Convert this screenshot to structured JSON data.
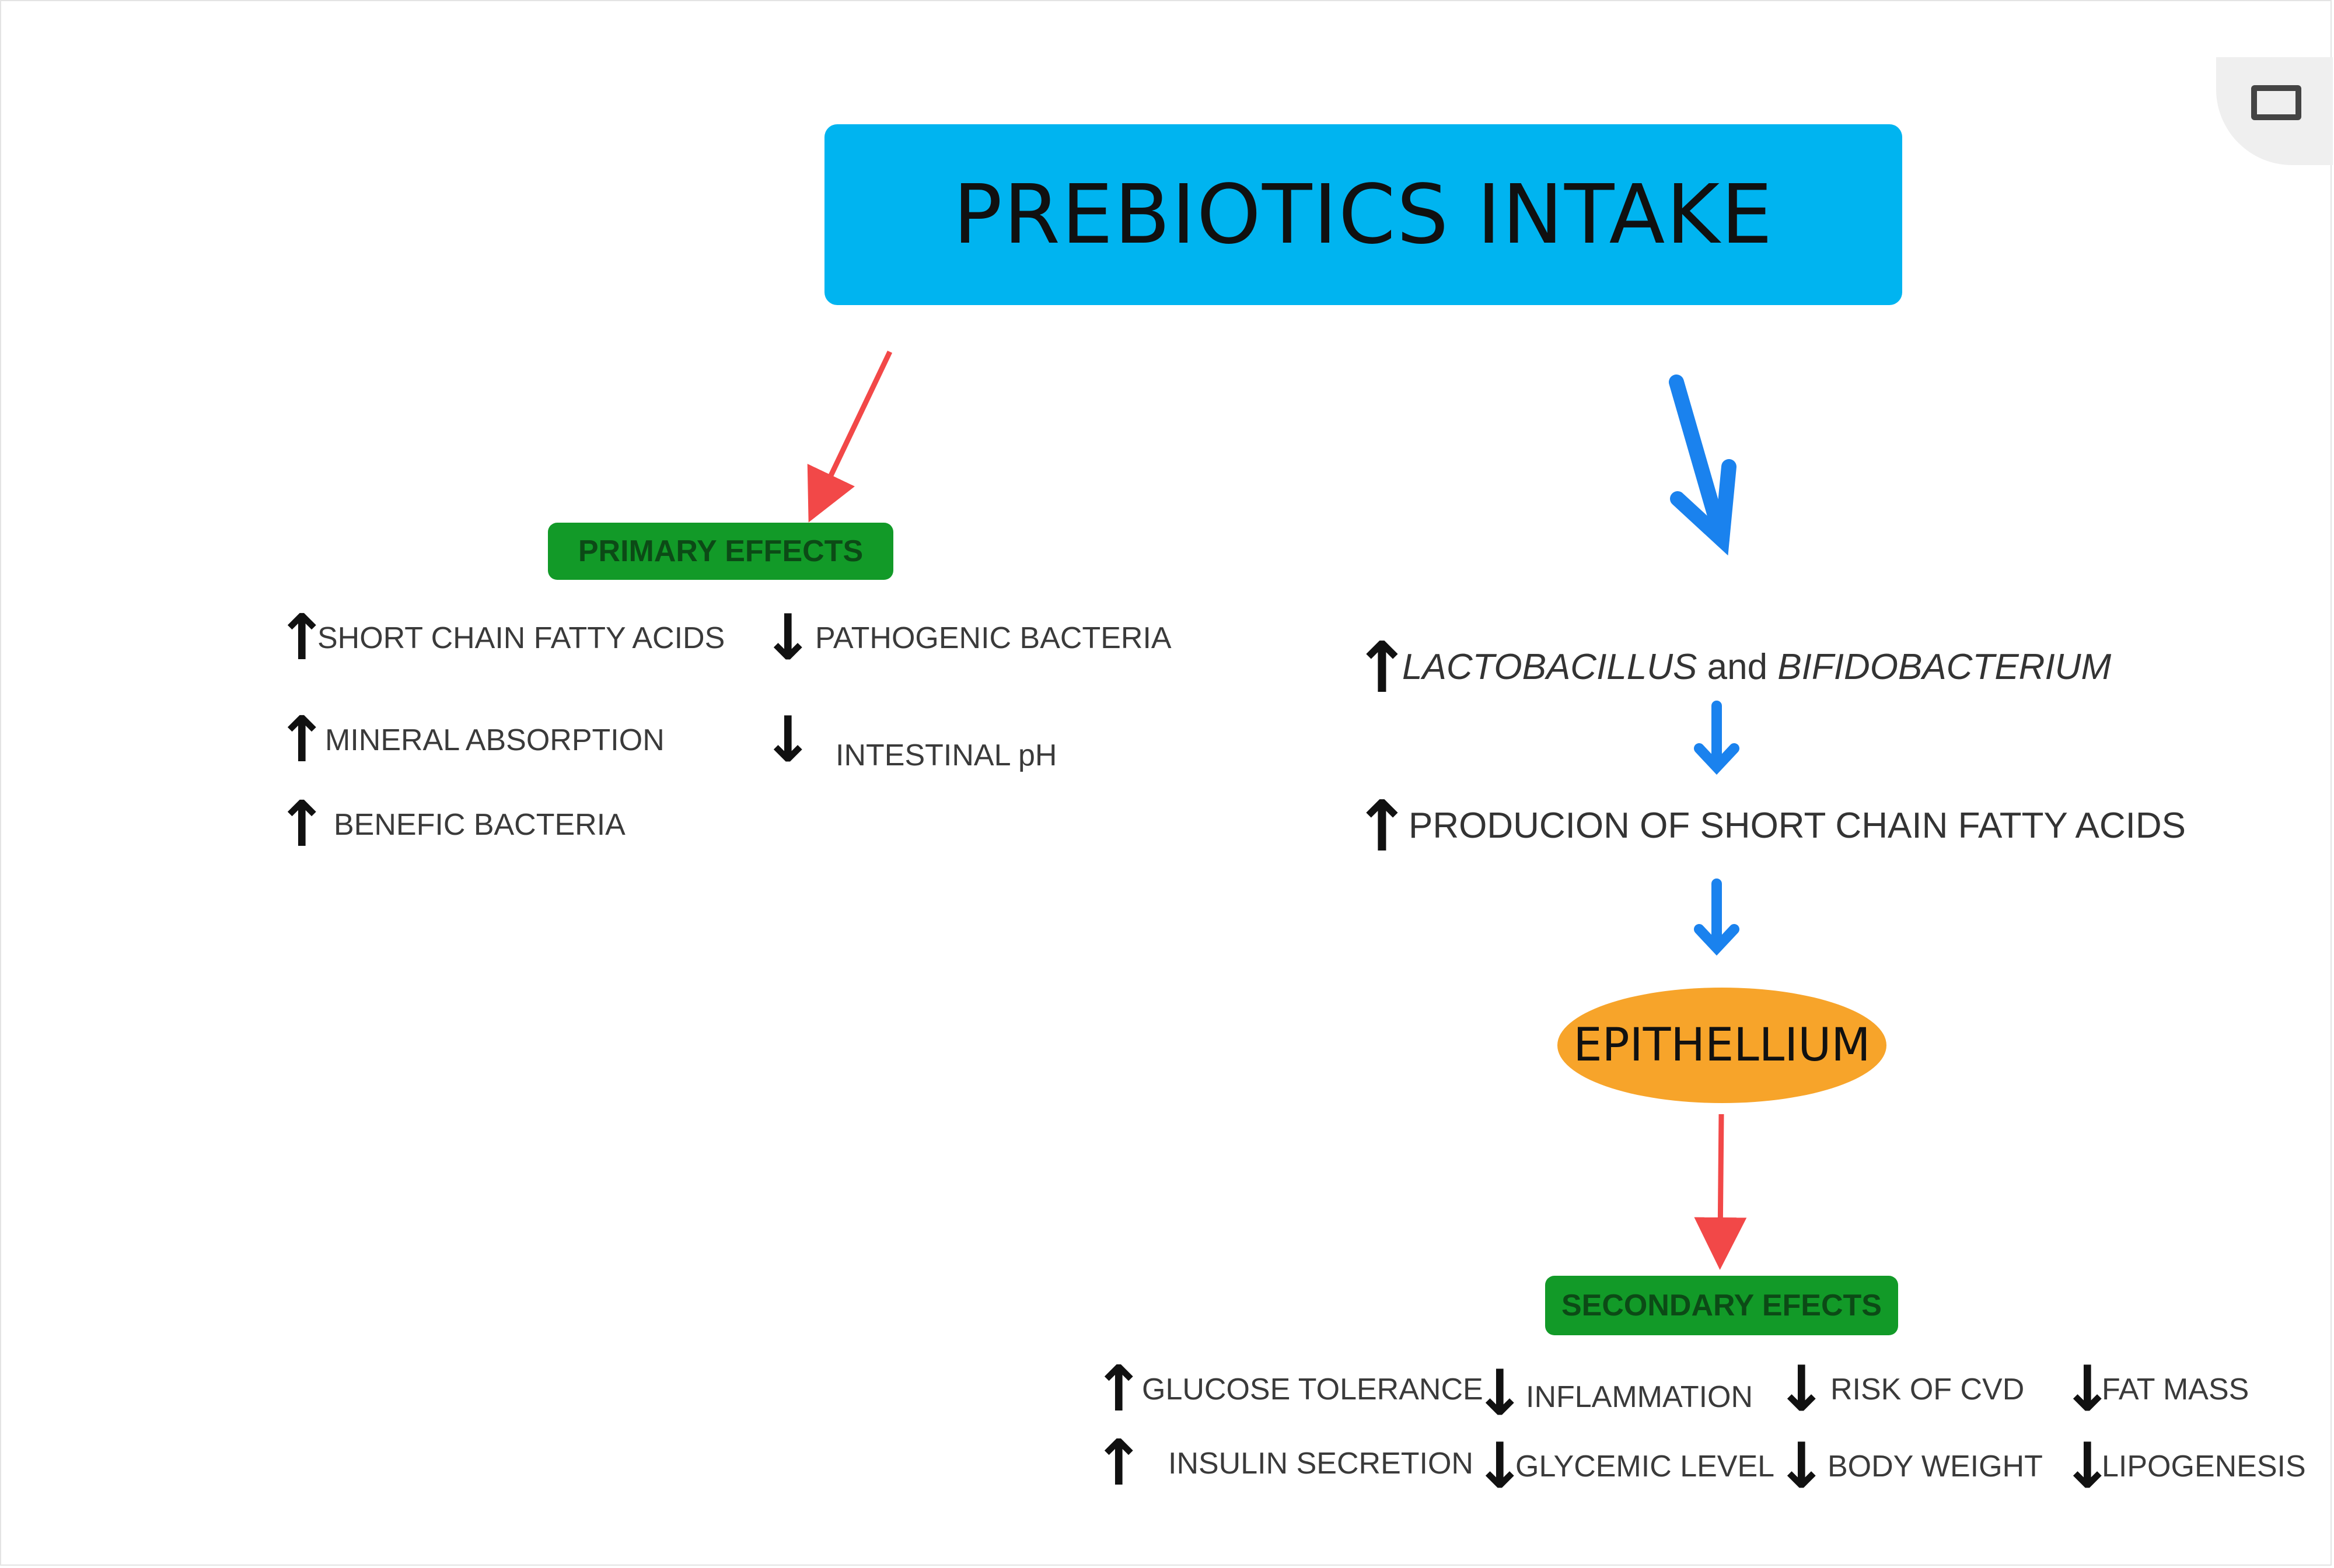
{
  "title": "PREBIOTICS INTAKE",
  "primary": {
    "heading": "PRIMARY EFFECTS",
    "items": [
      {
        "dir": "↑",
        "label": "SHORT CHAIN FATTY ACIDS"
      },
      {
        "dir": "↓",
        "label": "PATHOGENIC BACTERIA"
      },
      {
        "dir": "↑",
        "label": "MINERAL ABSORPTION"
      },
      {
        "dir": "↓",
        "label": "INTESTINAL pH"
      },
      {
        "dir": "↑",
        "label": "BENEFIC BACTERIA"
      }
    ]
  },
  "pathway": {
    "step1": {
      "dir": "↑",
      "italic_a": "LACTOBACILLUS",
      "joiner": " and ",
      "italic_b": "BIFIDOBACTERIUM"
    },
    "step2": {
      "dir": "↑",
      "label": "PRODUCION OF SHORT CHAIN FATTY ACIDS"
    },
    "node": "EPITHELLIUM"
  },
  "secondary": {
    "heading": "SECONDARY EFECTS",
    "items": [
      {
        "dir": "↑",
        "label": "GLUCOSE TOLERANCE"
      },
      {
        "dir": "↓",
        "label": "INFLAMMATION"
      },
      {
        "dir": "↓",
        "label": "RISK OF CVD"
      },
      {
        "dir": "↓",
        "label": "FAT MASS"
      },
      {
        "dir": "↑",
        "label": "INSULIN SECRETION"
      },
      {
        "dir": "↓",
        "label": "GLYCEMIC LEVEL"
      },
      {
        "dir": "↓",
        "label": "BODY WEIGHT"
      },
      {
        "dir": "↓",
        "label": "LIPOGENESIS"
      }
    ]
  },
  "colors": {
    "title_box": "#00b4f0",
    "effect_pill": "#129a28",
    "epithelium": "#f7a42a",
    "red_arrow": "#f24848",
    "blue_arrow": "#1a82ee"
  },
  "icons": [
    "window-icon",
    "up-arrow-icon",
    "down-arrow-icon"
  ]
}
